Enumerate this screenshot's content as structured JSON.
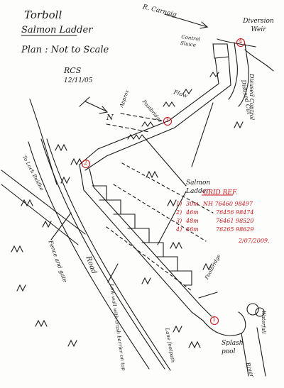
{
  "title_line1": "Torboll",
  "title_line2": "Salmon Ladder",
  "subtitle": "Plan : Not to Scale",
  "author": "RCS",
  "author_date": "12/11/05",
  "north_letter": "N",
  "labels": {
    "river": "R. Carnaig",
    "weir": "Diversion Weir",
    "sluice": "Control Sluice",
    "disused_control": "Disused Control",
    "disused_cut": "Disused Cut",
    "flow": "Flow",
    "approx": "Approx",
    "footbridge_upper": "Footbridge",
    "footbridge_lower": "Footbridge",
    "ladder": "Salmon Ladder",
    "old_loch_buidhe": "To Loch Buidhe",
    "fence": "Fence and gate",
    "road": "Road",
    "low_wall": "Low wall with crash barrier on top",
    "pool": "Splash pool",
    "waterfall": "Waterfall",
    "river_lower": "River",
    "lane": "Lane footpath"
  },
  "grid_ref": {
    "header": "GRID REF.",
    "rows": [
      {
        "n": "1)",
        "dist": "30m",
        "ref": "NH 76460 98497"
      },
      {
        "n": "2)",
        "dist": "46m",
        "ref": "76456 98474"
      },
      {
        "n": "3)",
        "dist": "48m",
        "ref": "76461 98520"
      },
      {
        "n": "4)",
        "dist": "56m",
        "ref": "76265 98629"
      }
    ],
    "date": "2/07/2009."
  },
  "markers": [
    "1",
    "2",
    "3",
    "4"
  ],
  "colors": {
    "ink": "#1a1a1a",
    "red": "#c4161c"
  }
}
